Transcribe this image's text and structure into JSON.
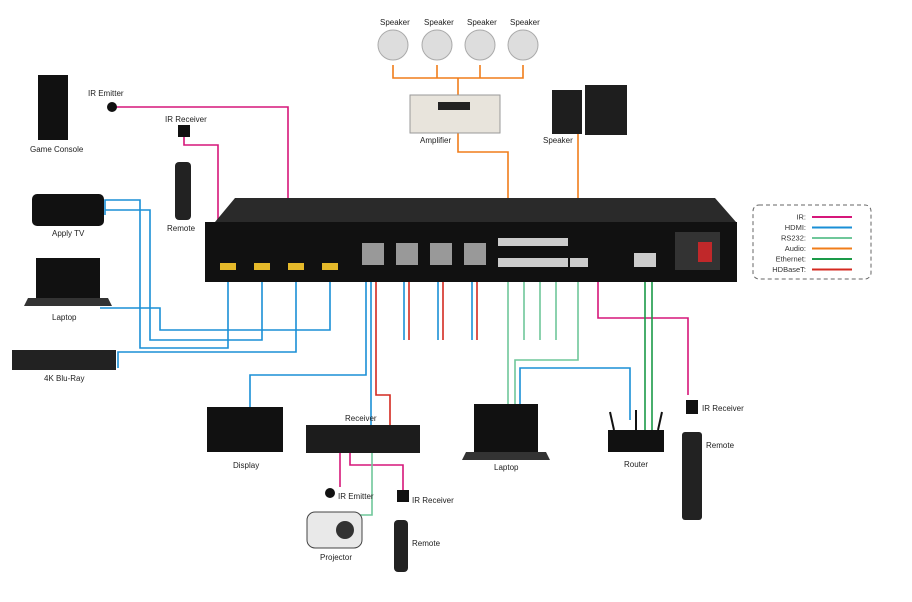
{
  "labels": {
    "speaker1": "Speaker",
    "speaker2": "Speaker",
    "speaker3": "Speaker",
    "speaker4": "Speaker",
    "amplifier": "Amplifier",
    "speaker_pair": "Speaker",
    "ir_emitter_top": "IR Emitter",
    "game_console": "Game Console",
    "ir_receiver_top": "IR Receiver",
    "remote_top": "Remote",
    "apple_tv": "Apply TV",
    "laptop_left": "Laptop",
    "bluray": "4K Blu-Ray",
    "display": "Display",
    "receiver": "Receiver",
    "ir_emitter_bottom": "IR Emitter",
    "ir_receiver_bottom": "IR Receiver",
    "remote_bottom": "Remote",
    "projector": "Projector",
    "laptop_bottom": "Laptop",
    "router": "Router",
    "ir_receiver_right": "IR Receiver",
    "remote_right": "Remote"
  },
  "legend": [
    {
      "label": "IR:",
      "color": "#d6177a"
    },
    {
      "label": "HDMI:",
      "color": "#1a8fd6"
    },
    {
      "label": "RS232:",
      "color": "#6fc79a"
    },
    {
      "label": "Audio:",
      "color": "#f07d1a"
    },
    {
      "label": "Ethernet:",
      "color": "#1a9a48"
    },
    {
      "label": "HDBaseT:",
      "color": "#d42a20"
    }
  ]
}
